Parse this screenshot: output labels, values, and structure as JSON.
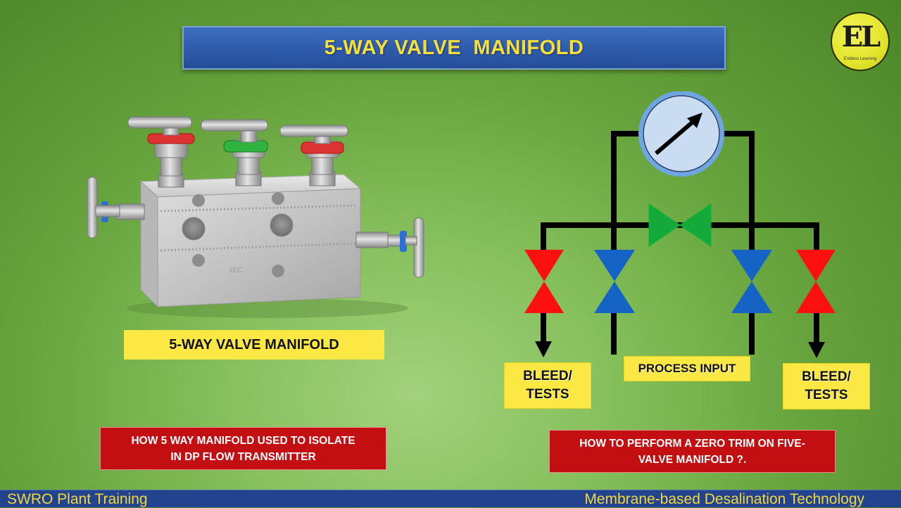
{
  "header": {
    "title": "5-WAY VALVE  MANIFOLD"
  },
  "logo": {
    "initials": "EL",
    "tagline": "Endless Learning"
  },
  "photo": {
    "caption": "5-WAY VALVE MANIFOLD",
    "engraving": "IEC"
  },
  "diagram": {
    "bleed_left": [
      "BLEED/",
      "TESTS"
    ],
    "bleed_right": [
      "BLEED/",
      "TESTS"
    ],
    "process_input": "PROCESS INPUT",
    "colors": {
      "bleed_valve": "#ff1010",
      "isolation_valve": "#1563c4",
      "equalizing_valve": "#14a93a",
      "gauge_ring": "#6da6e3",
      "gauge_face": "#c9dcf2"
    }
  },
  "links": {
    "left": [
      "HOW 5 WAY MANIFOLD USED TO ISOLATE",
      "IN DP FLOW TRANSMITTER"
    ],
    "right": [
      "HOW TO PERFORM A ZERO TRIM ON FIVE-",
      "VALVE MANIFOLD ?."
    ]
  },
  "footer": {
    "left": "SWRO Plant Training",
    "right": "Membrane-based Desalination Technology"
  }
}
